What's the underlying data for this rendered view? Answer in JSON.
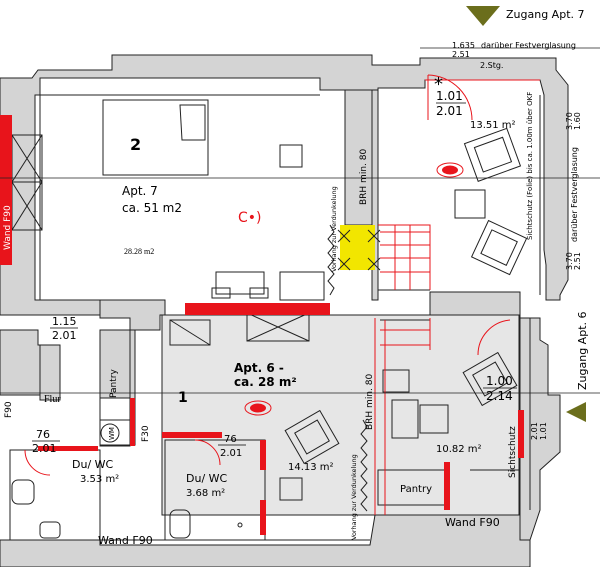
{
  "colors": {
    "wall": "#d4d4d4",
    "wall_outline": "#222222",
    "red": "#e8141b",
    "yellow": "#f2e600",
    "marker": "#6b6e1c",
    "room_gray": "#e6e6e6",
    "door": "#e8141b"
  },
  "labels": {
    "zugang7": "Zugang Apt. 7",
    "fest_top_num": "1.635",
    "fest_top_den": "2.51",
    "fest_top_text": "darüber Festverglasung",
    "stg": "2.Stg.",
    "door_top_num": "1.01",
    "door_top_den": "2.01",
    "star": "*",
    "area_top_right": "13.51 m²",
    "v1": "3.70",
    "v2": "1.60",
    "v3": "3.70",
    "v4": "2.51",
    "fest_side": "darüber Festverglasung",
    "sichtschutz": "Sichtschutz (Folie) bis ca. 1.00m über OKF",
    "room2": "2",
    "apt7_title": "Apt. 7",
    "apt7_area": "ca. 51  m2",
    "area_small": "28.28 m2",
    "c_mark": "C•)",
    "vorhang1": "Vorhang zur Verdunkelung",
    "brh1": "BRH min. 80",
    "wand_f90_left": "Wand F90",
    "door_115_num": "1.15",
    "door_115_den": "2.01",
    "apt6_title": "Apt. 6 -",
    "apt6_area": "ca. 28 m²",
    "pantry1": "Pantry",
    "f90_left": "F90",
    "flur": "Flur",
    "num_1": "1",
    "door_76_num": "76",
    "door_76_den": "2.01",
    "dwc1_title": "Du/ WC",
    "dwc1_area": "3.53 m²",
    "wm": "WM",
    "f30": "F30",
    "door_76b_num": "76",
    "door_76b_den": "2.01",
    "dwc2_title": "Du/ WC",
    "dwc2_area": "3.68 m²",
    "area_1413": "14.13 m²",
    "vorhang2": "Vorhang zur Verdunkelung",
    "brh2": "BRH min. 80",
    "area_1082": "10.82 m²",
    "door_100_num": "1.00",
    "door_100_den": "2.14",
    "sichtschutz2": "Sichtschutz",
    "zugang6": "Zugang Apt. 6",
    "v5": "2.01",
    "v6": "1.01",
    "pantry2": "Pantry",
    "wand_f90_bottom": "Wand F90",
    "wand_f90_bl": "Wand F90"
  }
}
